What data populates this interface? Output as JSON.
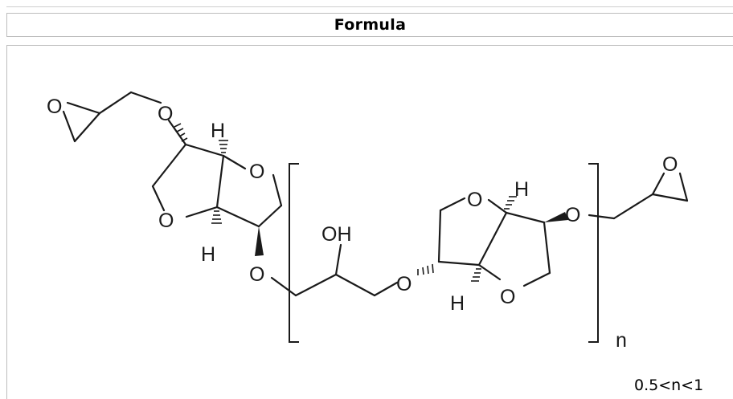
{
  "table": {
    "header": "Formula",
    "constraint": "0.5<n<1"
  },
  "structure": {
    "atoms": {
      "o_epoxide_left": "O",
      "o_ether_top": "O",
      "h_top_left": "H",
      "o_ring_a_right": "O",
      "o_ring_a_left": "O",
      "h_bottom_left": "H",
      "o_ether_bottom_left": "O",
      "oh_label": "OH",
      "o_ether_mid": "O",
      "o_ring_b_top": "O",
      "h_top_right": "H",
      "o_ring_b_bottom": "O",
      "h_bottom_right": "H",
      "o_ether_right": "O",
      "o_epoxide_right": "O",
      "repeat_n": "n"
    }
  }
}
